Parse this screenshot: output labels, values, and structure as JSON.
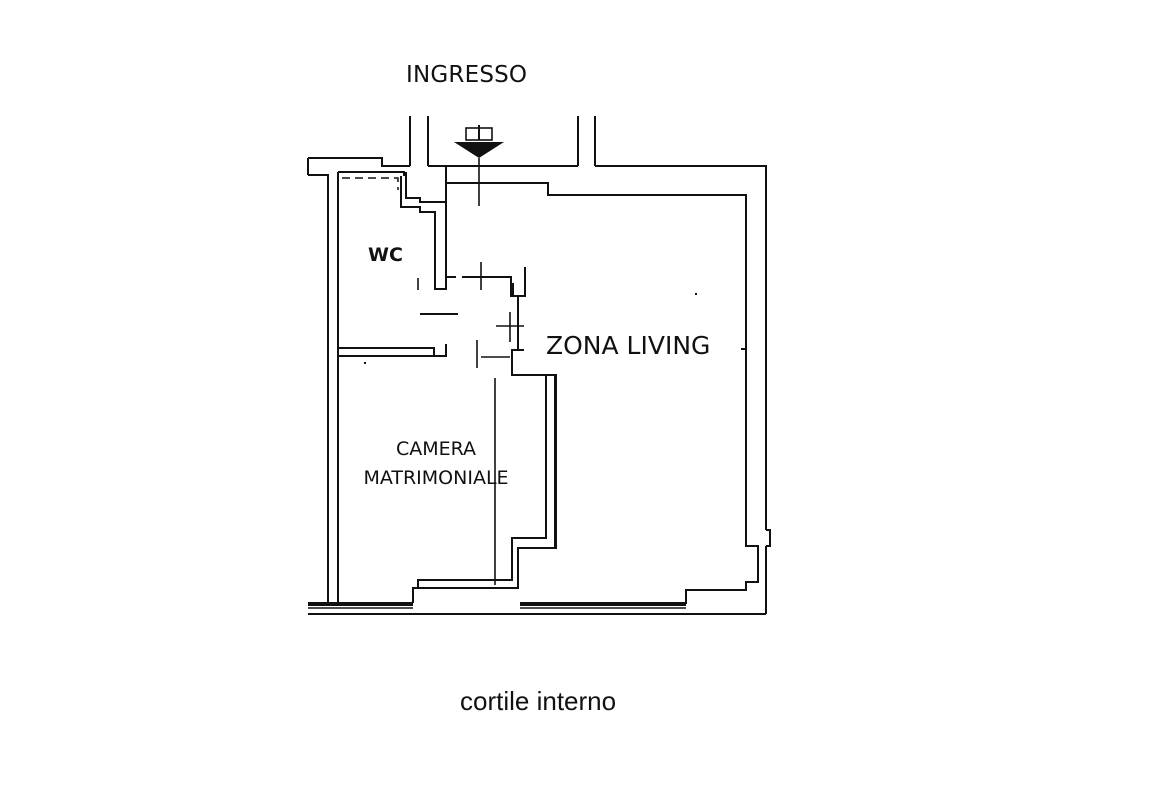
{
  "plan": {
    "wall_color": "#111111",
    "background": "#ffffff",
    "labels": {
      "entrance": "INGRESSO",
      "wc": "WC",
      "living": "ZONA LIVING",
      "bedroom_line1": "CAMERA",
      "bedroom_line2": "MATRIMONIALE",
      "courtyard": "cortile interno"
    }
  }
}
